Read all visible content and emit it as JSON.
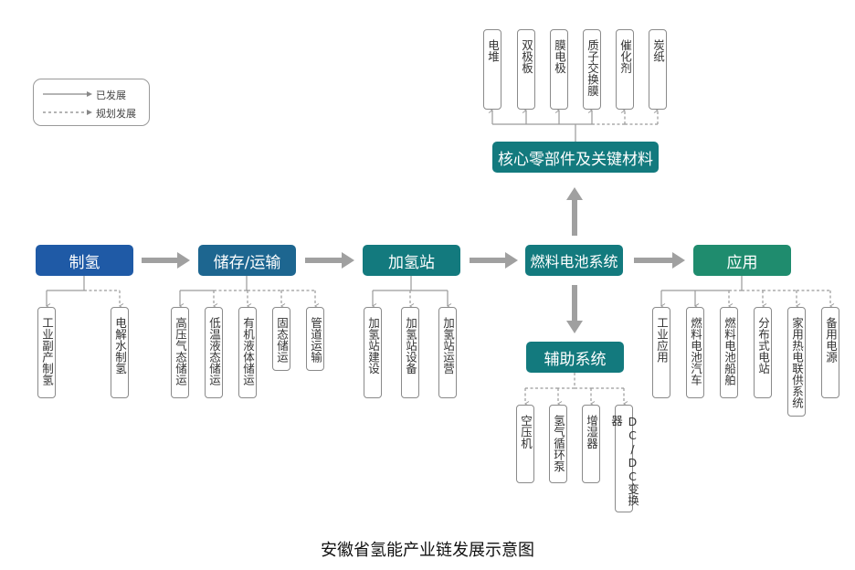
{
  "legend": {
    "developed": "已发展",
    "planned": "规划发展"
  },
  "colors": {
    "blue_dark": "#1f5aa6",
    "blue_mid": "#1d6690",
    "teal": "#137a7e",
    "green": "#1f8c6e",
    "arrow": "#a0a0a0",
    "line": "#9a9a9a"
  },
  "nodes": {
    "hydrogen_production": {
      "label": "制氢",
      "children": [
        {
          "label": "工业副产制氢",
          "status": "developed"
        },
        {
          "label": "电解水制氢",
          "status": "planned"
        }
      ]
    },
    "storage_transport": {
      "label": "储存/运输",
      "children": [
        {
          "label": "高压气态储运",
          "status": "developed"
        },
        {
          "label": "低温液态储运",
          "status": "planned"
        },
        {
          "label": "有机液体储运",
          "status": "planned"
        },
        {
          "label": "固态储运",
          "status": "planned"
        },
        {
          "label": "管道运输",
          "status": "planned"
        }
      ]
    },
    "refueling_station": {
      "label": "加氢站",
      "children": [
        {
          "label": "加氢站建设",
          "status": "developed"
        },
        {
          "label": "加氢站设备",
          "status": "planned"
        },
        {
          "label": "加氢站运营",
          "status": "developed"
        }
      ]
    },
    "fuel_cell_system": {
      "label": "燃料电池系统"
    },
    "core_components": {
      "label": "核心零部件及关键材料",
      "children": [
        {
          "label": "电堆",
          "status": "developed"
        },
        {
          "label": "双极板",
          "status": "developed"
        },
        {
          "label": "膜电极",
          "status": "developed"
        },
        {
          "label": "质子交换膜",
          "status": "developed"
        },
        {
          "label": "催化剂",
          "status": "planned"
        },
        {
          "label": "炭纸",
          "status": "planned"
        }
      ]
    },
    "auxiliary_system": {
      "label": "辅助系统",
      "children": [
        {
          "label": "空压机",
          "status": "planned"
        },
        {
          "label": "氢气循环泵",
          "status": "planned"
        },
        {
          "label": "增湿器",
          "status": "planned"
        },
        {
          "label": "DC/DC变换器",
          "status": "planned"
        }
      ]
    },
    "application": {
      "label": "应用",
      "children": [
        {
          "label": "工业应用",
          "status": "developed"
        },
        {
          "label": "燃料电池汽车",
          "status": "developed"
        },
        {
          "label": "燃料电池船舶",
          "status": "planned"
        },
        {
          "label": "分布式电站",
          "status": "planned"
        },
        {
          "label": "家用热电联供系统",
          "status": "planned"
        },
        {
          "label": "备用电源",
          "status": "planned"
        }
      ]
    }
  },
  "caption": "安徽省氢能产业链发展示意图"
}
